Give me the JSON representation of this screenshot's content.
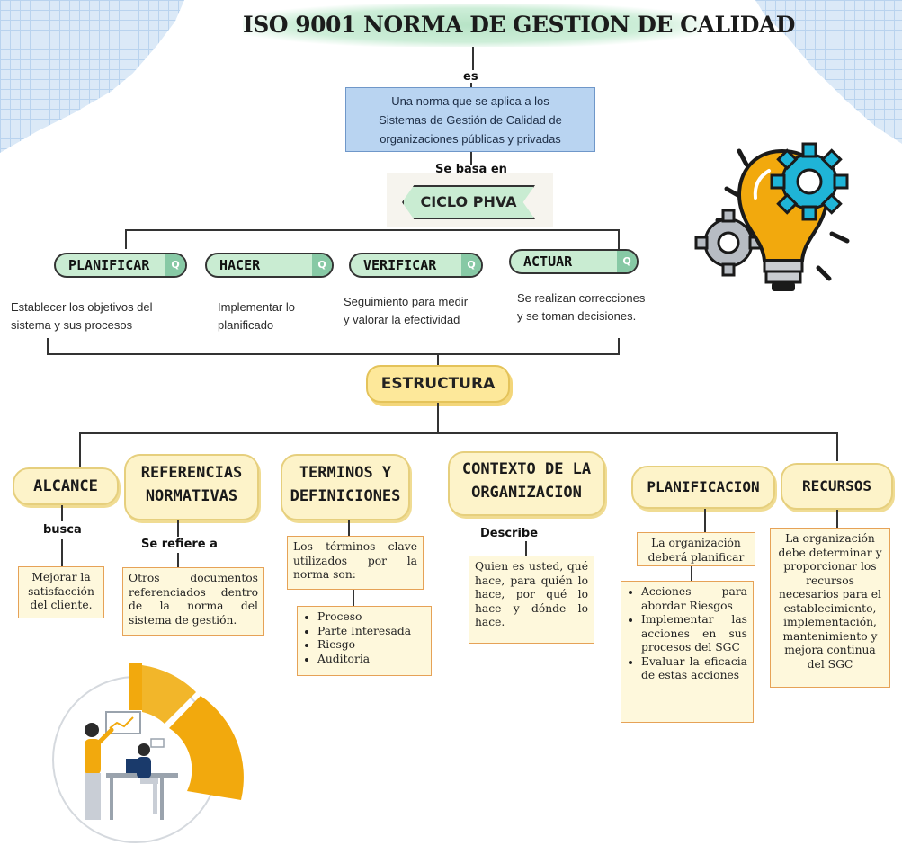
{
  "title": "ISO 9001 NORMA DE GESTION DE CALIDAD",
  "connector_es": "es",
  "definition": [
    "Una norma que se aplica a los",
    "Sistemas de Gestión de Calidad de",
    "organizaciones públicas y privadas"
  ],
  "connector_basa": "Se basa en",
  "cycle": "CICLO PHVA",
  "phva": [
    {
      "label": "PLANIFICAR",
      "desc": [
        "Establecer los objetivos del",
        "sistema y sus procesos"
      ]
    },
    {
      "label": "HACER",
      "desc": [
        "Implementar lo",
        "planificado"
      ]
    },
    {
      "label": "VERIFICAR",
      "desc": [
        "Seguimiento para medir",
        "y valorar la efectividad"
      ]
    },
    {
      "label": "ACTUAR",
      "desc": [
        "Se realizan correcciones",
        "y se toman decisiones."
      ]
    }
  ],
  "structure_label": "ESTRUCTURA",
  "sections": {
    "alcance": {
      "label": "ALCANCE",
      "connector": "busca",
      "text": "Mejorar la satisfacción del cliente."
    },
    "referencias": {
      "label": [
        "REFERENCIAS",
        "NORMATIVAS"
      ],
      "connector": "Se refiere a",
      "text": "Otros documentos referenciados dentro de la norma del sistema de gestión."
    },
    "terminos": {
      "label": [
        "TERMINOS Y",
        "DEFINICIONES"
      ],
      "text": "Los términos clave utilizados por la norma son:",
      "items": [
        "Proceso",
        "Parte Interesada",
        "Riesgo",
        "Auditoria"
      ]
    },
    "contexto": {
      "label": [
        "CONTEXTO DE LA",
        "ORGANIZACION"
      ],
      "connector": "Describe",
      "text": "Quien es usted, qué hace, para quién lo hace, por qué lo hace y dónde lo hace."
    },
    "planificacion": {
      "label": "PLANIFICACION",
      "text": "La organización deberá planificar",
      "items": [
        "Acciones para abordar Riesgos",
        "Implementar las acciones en sus procesos del SGC",
        "Evaluar la eficacia de estas acciones"
      ]
    },
    "recursos": {
      "label": "RECURSOS",
      "text": "La organización debe determinar y proporcionar los recursos necesarios para el establecimiento, implementación, mantenimiento y mejora continua del SGC"
    }
  },
  "icons": [
    "lightbulb-gears-icon",
    "people-chart-illustration-icon"
  ],
  "colors": {
    "green": "#c9ecd2",
    "blue_box": "#b9d4f1",
    "yellow": "#fde89a",
    "note_border": "#e6a257",
    "orange": "#f2a90d",
    "teal": "#1fb4d7"
  }
}
